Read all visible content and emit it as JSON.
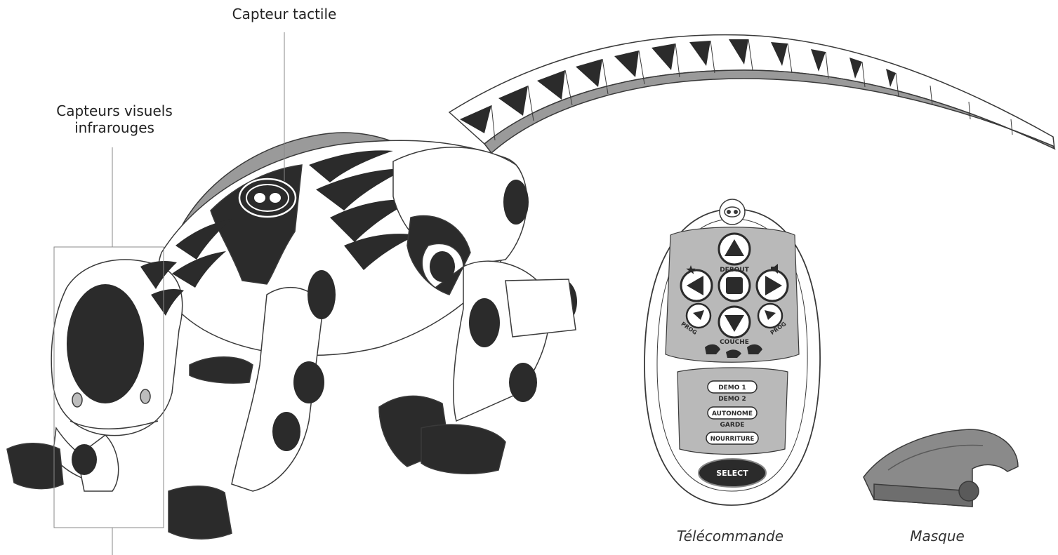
{
  "callouts": {
    "touch_sensor": "Capteur tactile",
    "ir_sensors_line1": "Capteurs visuels",
    "ir_sensors_line2": "infrarouges"
  },
  "captions": {
    "remote": "Télécommande",
    "mask": "Masque"
  },
  "remote": {
    "up_label": "DEBOUT",
    "down_label": "COUCHE",
    "prog_left": "PROG",
    "prog_right": "PROG",
    "buttons": [
      "DEMO 1",
      "DEMO 2",
      "AUTONOME",
      "GARDE",
      "NOURRITURE"
    ],
    "select": "SELECT"
  },
  "colors": {
    "outline": "#3a3a3a",
    "dark": "#2b2b2b",
    "mid_gray": "#8a8a8a",
    "light_gray": "#bdbdbd",
    "remote_panel": "#b9b9b9"
  }
}
